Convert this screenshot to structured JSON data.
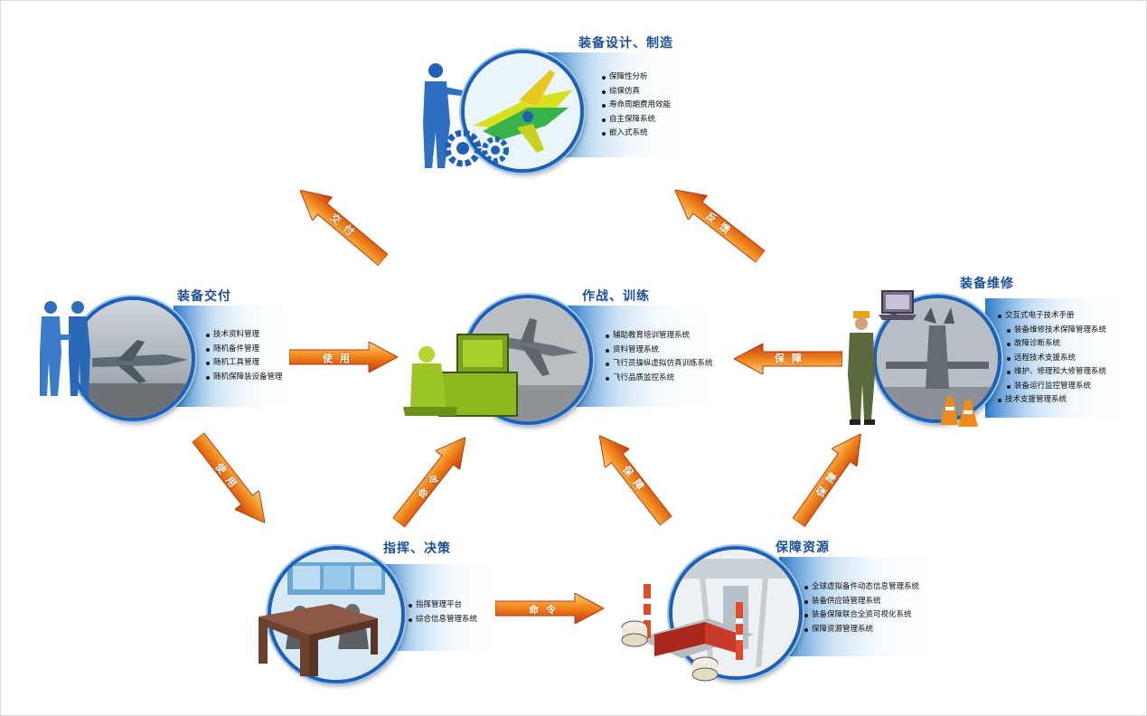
{
  "nodes": {
    "design": {
      "title": "装备设计、制造",
      "items": [
        "保障性分析",
        "综保仿真",
        "寿命周期费用效能",
        "自主保障系统",
        "嵌入式系统"
      ]
    },
    "delivery": {
      "title": "装备交付",
      "items": [
        "技术资料管理",
        "随机备件管理",
        "随机工具管理",
        "随机保障装设备管理"
      ]
    },
    "combat": {
      "title": "作战、训练",
      "items": [
        "辅助教育培训管理系统",
        "资料管理系统",
        "飞行员操纵虚拟仿真训练系统",
        "飞行品质监控系统"
      ]
    },
    "maintenance": {
      "title": "装备维修",
      "items": [
        "交互式电子技术手册",
        "装备维修技术保障管理系统",
        "故障诊断系统",
        "远程技术支援系统",
        "维护、修理和大修管理系统",
        "装备运行监控管理系统",
        "技术支援管理系统"
      ]
    },
    "command": {
      "title": "指挥、决策",
      "items": [
        "指挥管理平台",
        "综合信息管理系统"
      ]
    },
    "resources": {
      "title": "保障资源",
      "items": [
        "全球虚拟备件动态信息管理系统",
        "装备供应链管理系统",
        "装备保障联合全资可视化系统",
        "保障资源管理系统"
      ]
    }
  },
  "arrows": {
    "deliver": "交付",
    "feedback": "反馈",
    "use": "使用",
    "support_right": "保障",
    "use_down": "使用",
    "order_up": "命令",
    "support_mid": "保障",
    "support_res": "保障",
    "command_right": "命令"
  },
  "colors": {
    "panel_blue": "#2a79c9",
    "title_blue": "#1a4f9c",
    "arrow_orange": "#f08a1c",
    "arrow_red": "#d8410f"
  }
}
